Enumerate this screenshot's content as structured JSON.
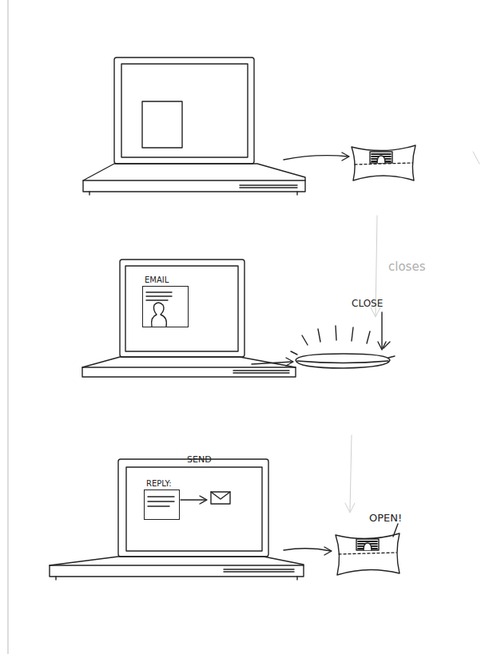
{
  "diagram": {
    "nodes": [
      {
        "text": [
          "EMAIL"
        ]
      },
      {
        "text": [
          "REPLY:"
        ]
      }
    ],
    "labels": [
      "SEND",
      "CLOSE",
      "OPEN!",
      "closes"
    ]
  }
}
